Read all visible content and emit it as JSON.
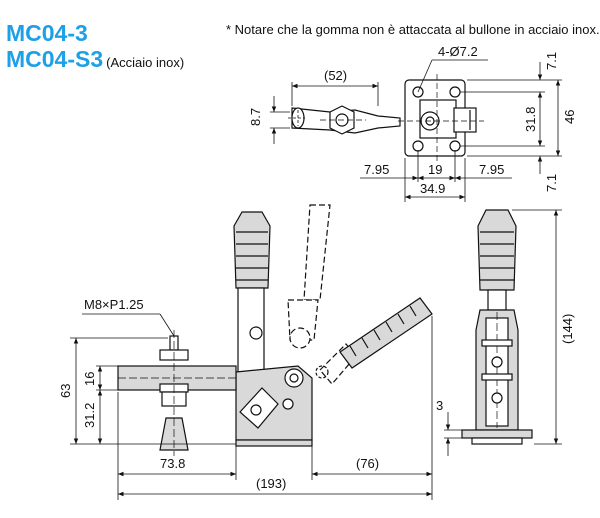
{
  "titles": {
    "model_1": "MC04-3",
    "model_2": "MC04-S3",
    "material": "(Acciaio inox)"
  },
  "note": "* Notare che la gomma non è attaccata al bullone in acciaio inox.",
  "dimensions": {
    "top_view": {
      "hole": "4-Ø7.2",
      "length_52": "(52)",
      "height_8_7": "8.7",
      "top_7_1": "7.1",
      "mid_31_8": "31.8",
      "total_46": "46",
      "bottom_7_1": "7.1",
      "left_7_95": "7.95",
      "center_19": "19",
      "right_7_95": "7.95",
      "base_34_9": "34.9"
    },
    "side_view": {
      "thread": "M8×P1.25",
      "h63": "63",
      "h16": "16",
      "h31_2": "31.2",
      "reach_73_8": "73.8",
      "open_76": "(76)",
      "total_193": "(193)"
    },
    "front_view": {
      "height_144": "(144)",
      "thickness_3": "3"
    }
  },
  "colors": {
    "title_blue": "#1ea0e6",
    "line": "#111111",
    "body_gray": "#d9d9d9"
  }
}
